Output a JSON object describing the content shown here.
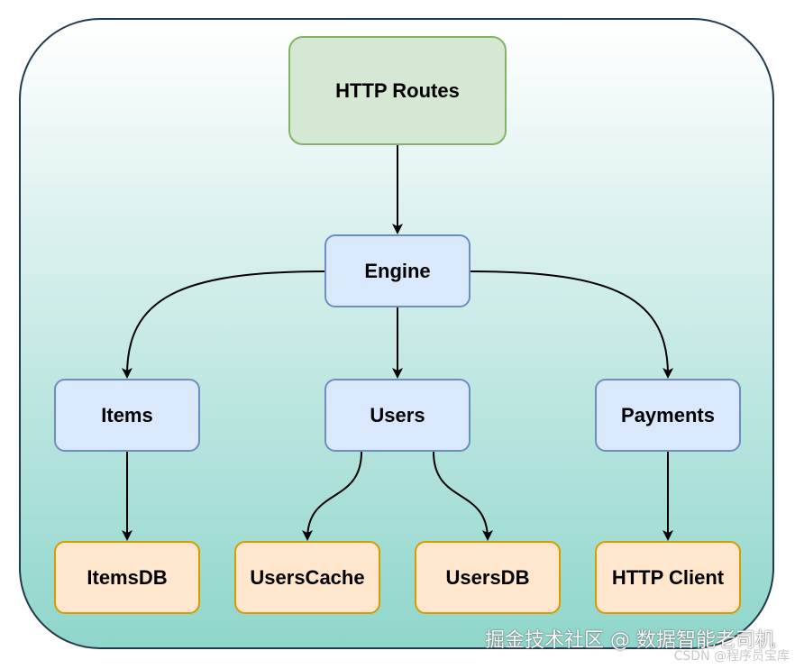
{
  "nodes": {
    "http_routes": "HTTP Routes",
    "engine": "Engine",
    "items": "Items",
    "users": "Users",
    "payments": "Payments",
    "items_db": "ItemsDB",
    "users_cache": "UsersCache",
    "users_db": "UsersDB",
    "http_client": "HTTP Client"
  },
  "edges": [
    {
      "from": "HTTP Routes",
      "to": "Engine"
    },
    {
      "from": "Engine",
      "to": "Items"
    },
    {
      "from": "Engine",
      "to": "Users"
    },
    {
      "from": "Engine",
      "to": "Payments"
    },
    {
      "from": "Items",
      "to": "ItemsDB"
    },
    {
      "from": "Users",
      "to": "UsersCache"
    },
    {
      "from": "Users",
      "to": "UsersDB"
    },
    {
      "from": "Payments",
      "to": "HTTP Client"
    }
  ],
  "watermark": {
    "line1": "掘金技术社区 @ 数据智能老司机",
    "line2": "CSDN @程序员宝库"
  },
  "colors": {
    "container_border": "#1f3b4d",
    "green_fill": "#d5e8d4",
    "green_stroke": "#82b366",
    "blue_fill": "#dae8fc",
    "blue_stroke": "#6c8ebf",
    "orange_fill": "#ffe6cc",
    "orange_stroke": "#d79b00"
  }
}
